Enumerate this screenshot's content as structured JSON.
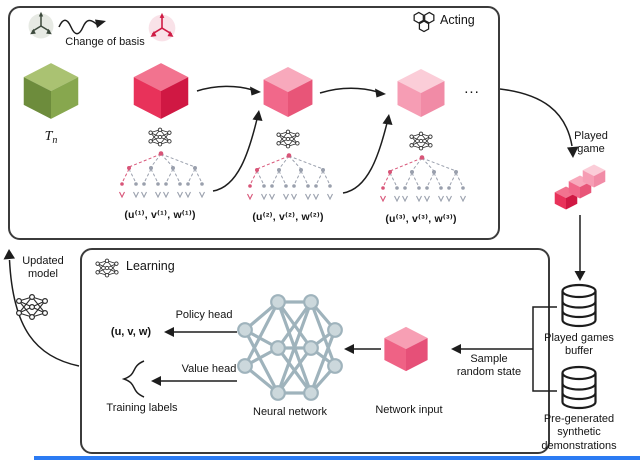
{
  "figure": {
    "acting": {
      "title": "Acting",
      "change_of_basis": "Change of basis",
      "tensor_symbol": "T",
      "tensor_subscript": "n",
      "ellipsis": "...",
      "step_labels": [
        "(u⁽¹⁾, v⁽¹⁾, w⁽¹⁾)",
        "(u⁽²⁾, v⁽²⁾, w⁽²⁾)",
        "(u⁽³⁾, v⁽³⁾, w⁽³⁾)"
      ]
    },
    "played_game_label": "Played game",
    "learning": {
      "title": "Learning",
      "policy_head": "Policy head",
      "value_head": "Value head",
      "policy_output": "(u, v, w)",
      "training_labels": "Training labels",
      "neural_network": "Neural network",
      "network_input": "Network input",
      "sample_random_state": "Sample random state"
    },
    "buffers": {
      "played_games_buffer": "Played games buffer",
      "pregenerated_synthetic_demonstrations": "Pre-generated synthetic demonstrations"
    },
    "updated_model": "Updated model"
  },
  "colors": {
    "outline": "#3b3b3b",
    "green_top": "#aac272",
    "green_left": "#6d8c3c",
    "green_right": "#87a74e",
    "red1_top": "#f2738f",
    "red1_left": "#e8325a",
    "red1_right": "#d01843",
    "red2_top": "#f8a9bc",
    "red2_left": "#f1688a",
    "red2_right": "#e85578",
    "red3_top": "#fbcdd8",
    "red3_left": "#f69db4",
    "red3_right": "#f18ba6",
    "input_top": "#f79fb4",
    "input_left": "#ef6285",
    "input_right": "#e65078",
    "nn_stroke": "#9fb3bc",
    "nn_fill": "#ccd8dc",
    "tree_pink": "#d85578",
    "tree_gray": "#9aa0ad",
    "accent_blue": "#2b7bf3"
  }
}
